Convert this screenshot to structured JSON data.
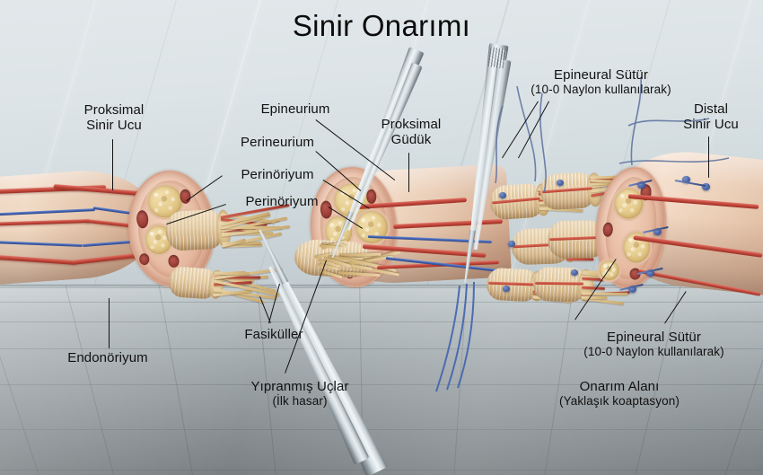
{
  "title": "Sinir Onarımı",
  "labels": {
    "proximal_nerve_end": {
      "line1": "Proksimal",
      "line2": "Sinir Ucu"
    },
    "epineurium": {
      "line1": "Epineurium"
    },
    "perineurium": {
      "line1": "Perineurium"
    },
    "perineurium_tr_1": {
      "line1": "Perinöriyum"
    },
    "perineurium_tr_2": {
      "line1": "Perinöriyum"
    },
    "proximal_stump": {
      "line1": "Proksimal",
      "line2": "Güdük"
    },
    "epineural_suture_top": {
      "line1": "Epineural Sütür",
      "line2": "(10-0 Naylon kullanılarak)"
    },
    "distal_nerve_end": {
      "line1": "Distal",
      "line2": "Sinir Ucu"
    },
    "endoneurium": {
      "line1": "Endonöriyum"
    },
    "fascicles": {
      "line1": "Fasiküller"
    },
    "frayed_ends": {
      "line1": "Yıpranmış Uçlar",
      "line2": "(İlk hasar)"
    },
    "repair_site": {
      "line1": "Onarım Alanı",
      "line2": "(Yaklaşık koaptasyon)"
    },
    "epineural_suture_bottom": {
      "line1": "Epineural Sütür",
      "line2": "(10-0 Naylon kullanılarak)"
    }
  },
  "scene": {
    "illustration_type": "3d-medical-illustration",
    "subject": "peripheral nerve repair (neurorrhaphy)",
    "instrument_count": 3,
    "instrument_name": "microsurgical-forceps"
  },
  "colors": {
    "background_sky": "#dde4e7",
    "background_floor": "#a3abae",
    "epineurium": "#e8cdb6",
    "fascicle": "#e8cf92",
    "artery": "#c3483c",
    "vein": "#3f5fae",
    "suture": "#47609f",
    "instrument": "#c9d2d6",
    "text": "#111111"
  }
}
